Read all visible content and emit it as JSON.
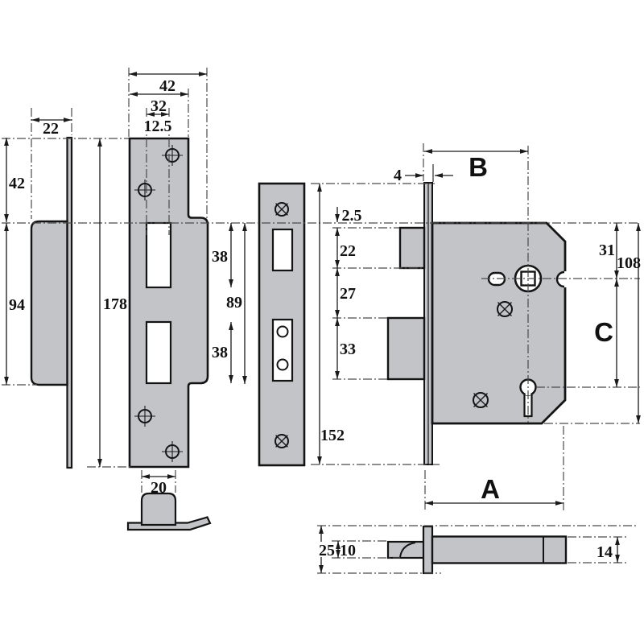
{
  "labels": {
    "strike_side": {
      "width": "22",
      "upper": "42",
      "keep": "94"
    },
    "strike_front": {
      "overall_width": "42",
      "upper_width": "32",
      "hole_width": "12.5",
      "height": "178",
      "latch_hole": "38",
      "extent": "89",
      "bolt_hole": "38",
      "keep_width": "20"
    },
    "faceplate": {
      "height": "152"
    },
    "lock_case": {
      "forend_thickness": "4",
      "backset": "B",
      "top_gap": "2.5",
      "latch_height": "22",
      "gap": "27",
      "bolt_height": "33",
      "spindle_top": "31",
      "case_height": "108",
      "centres": "C",
      "depth": "A"
    },
    "lock_side": {
      "overall": "25",
      "latch": "10",
      "case": "14"
    }
  }
}
